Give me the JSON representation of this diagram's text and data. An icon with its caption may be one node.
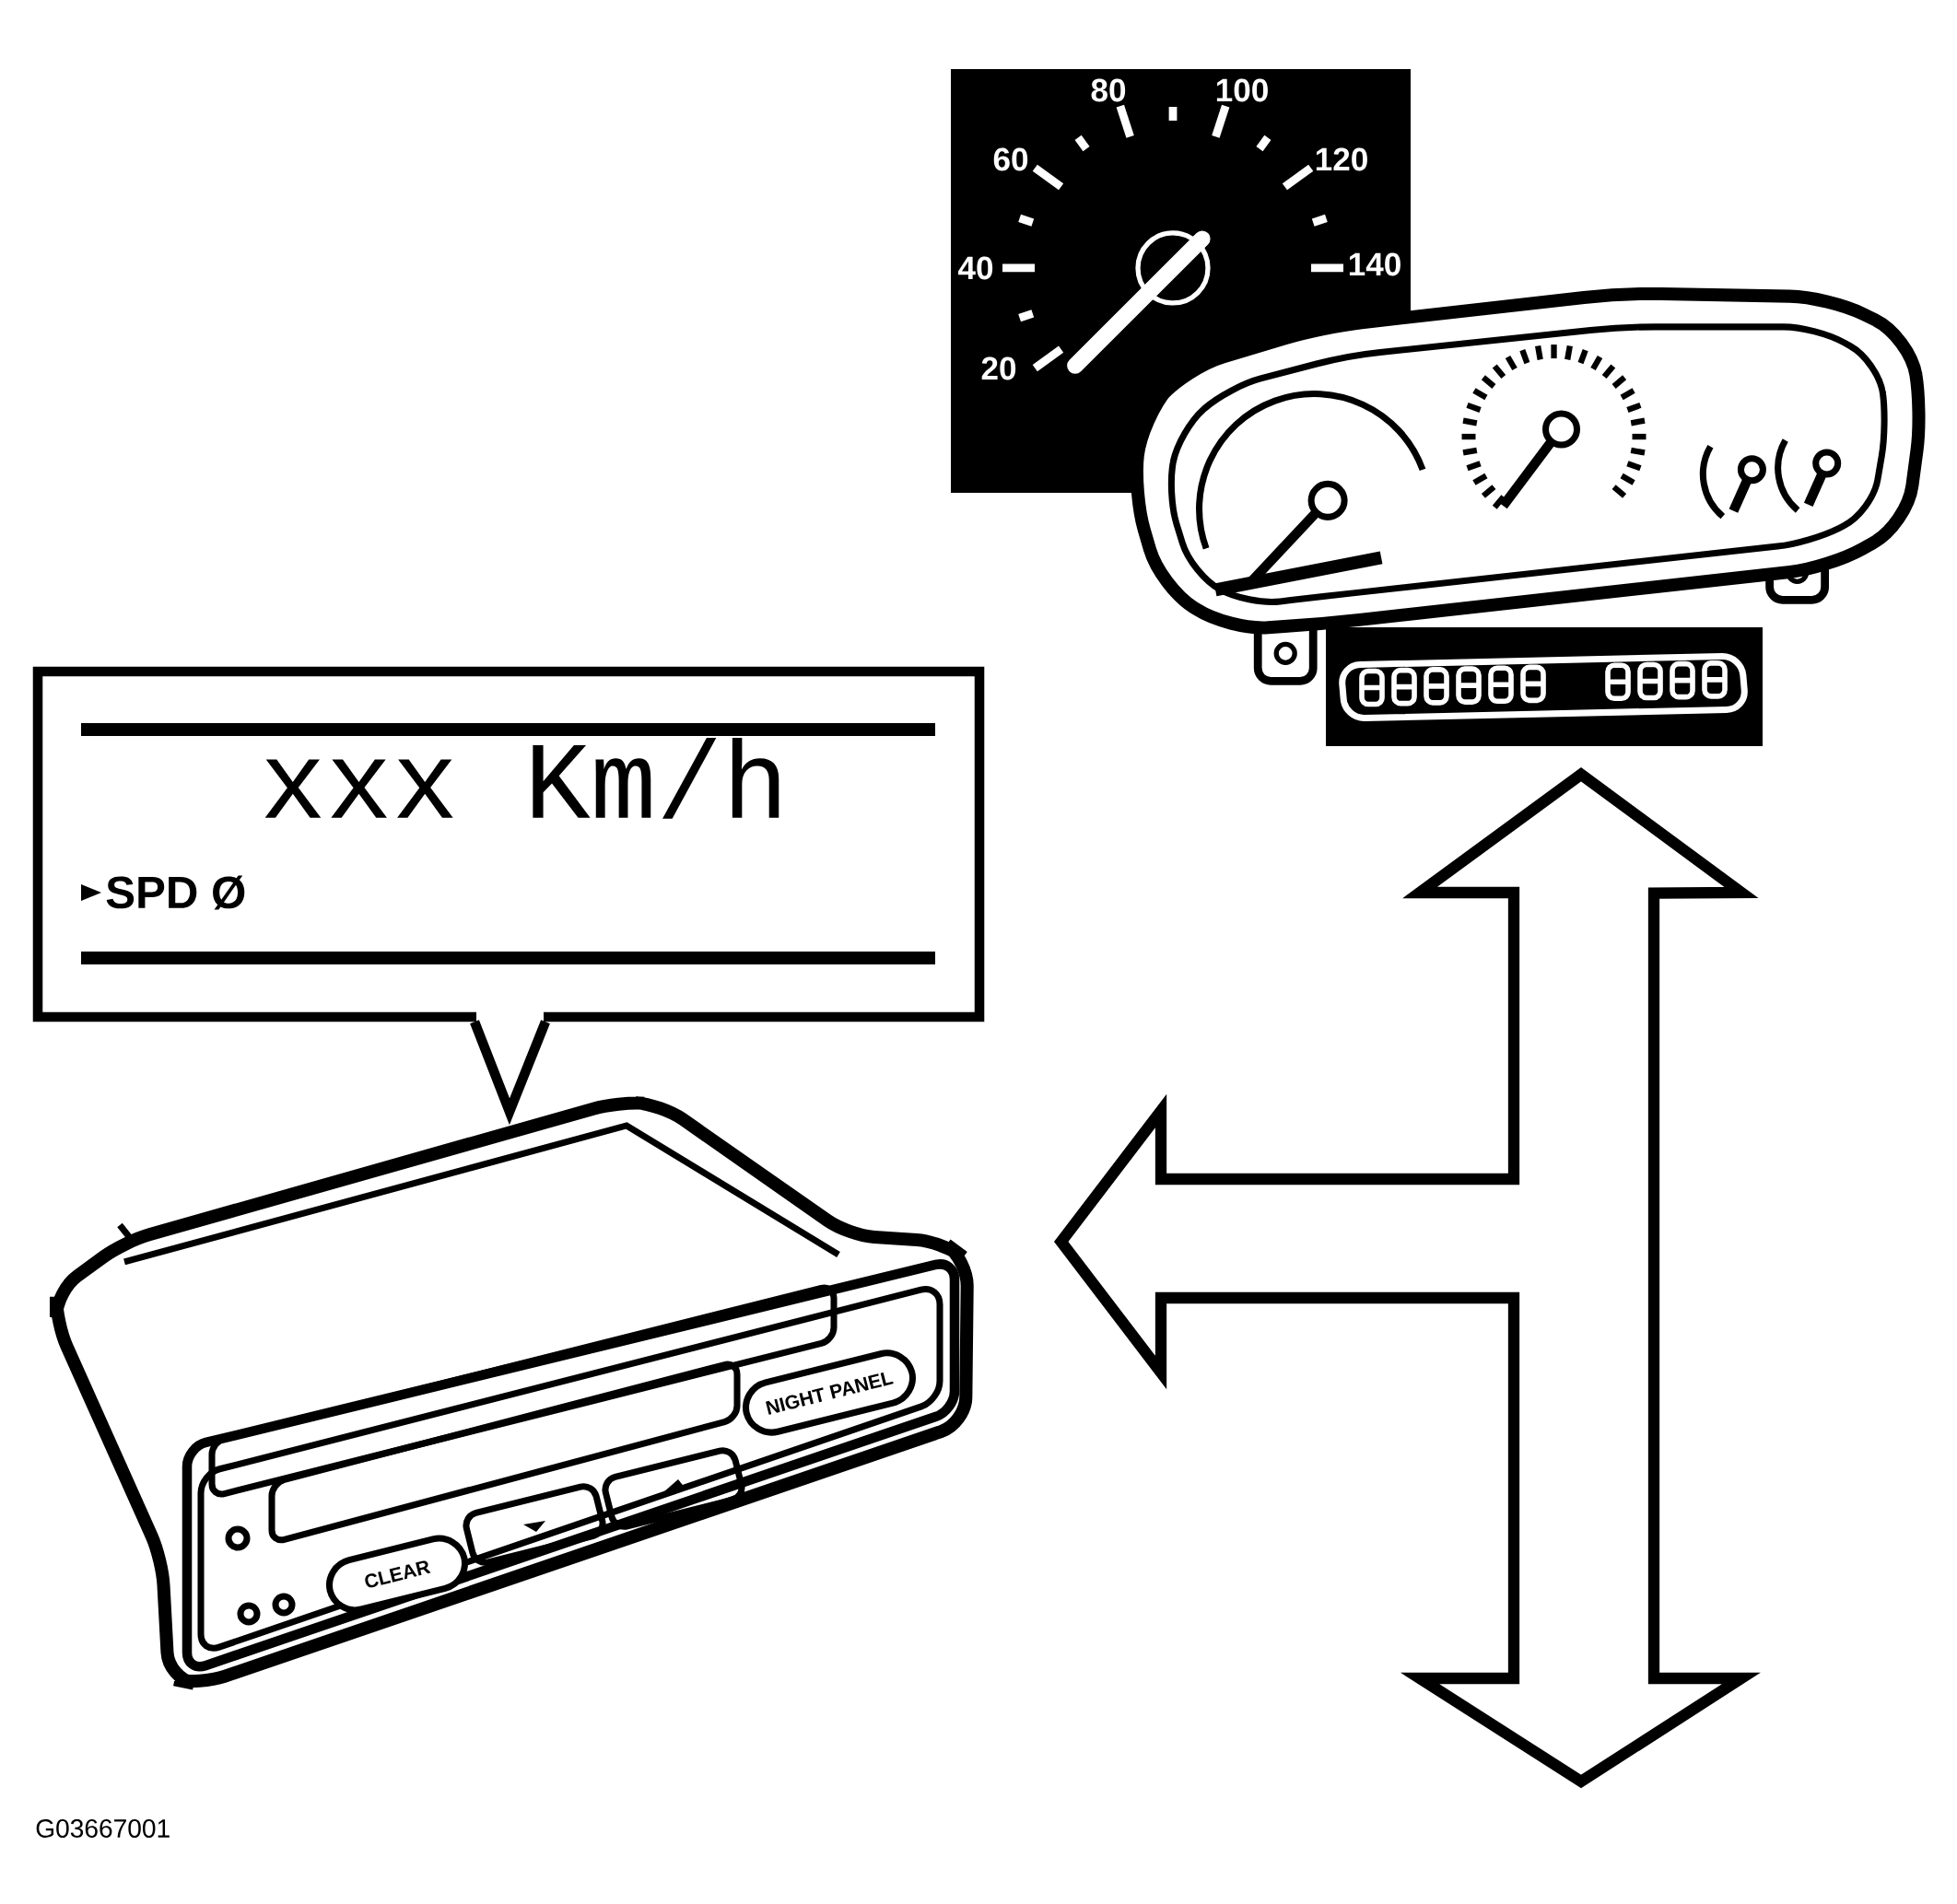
{
  "diagram": {
    "nodes": [
      {
        "text": [
          "xxx Km/h",
          "SPD Ø"
        ]
      },
      {
        "text": [],
        "shape": "picture"
      },
      {
        "text": [],
        "shape": "picture"
      },
      {
        "text": [],
        "shape": "picture"
      },
      {
        "text": [],
        "shape": "picture"
      }
    ],
    "edges": [
      {
        "from": 0,
        "to": 1,
        "arrow": "none"
      },
      {
        "from": 4,
        "to": 1,
        "arrow": "both",
        "style": "thick"
      },
      {
        "from": 4,
        "to": null,
        "arrow": "both",
        "style": "thick"
      }
    ],
    "labels": [
      "80",
      "100",
      "60",
      "120",
      "40",
      "140",
      "20",
      "CLEAR",
      "NIGHT PANEL",
      "G03667001"
    ]
  }
}
